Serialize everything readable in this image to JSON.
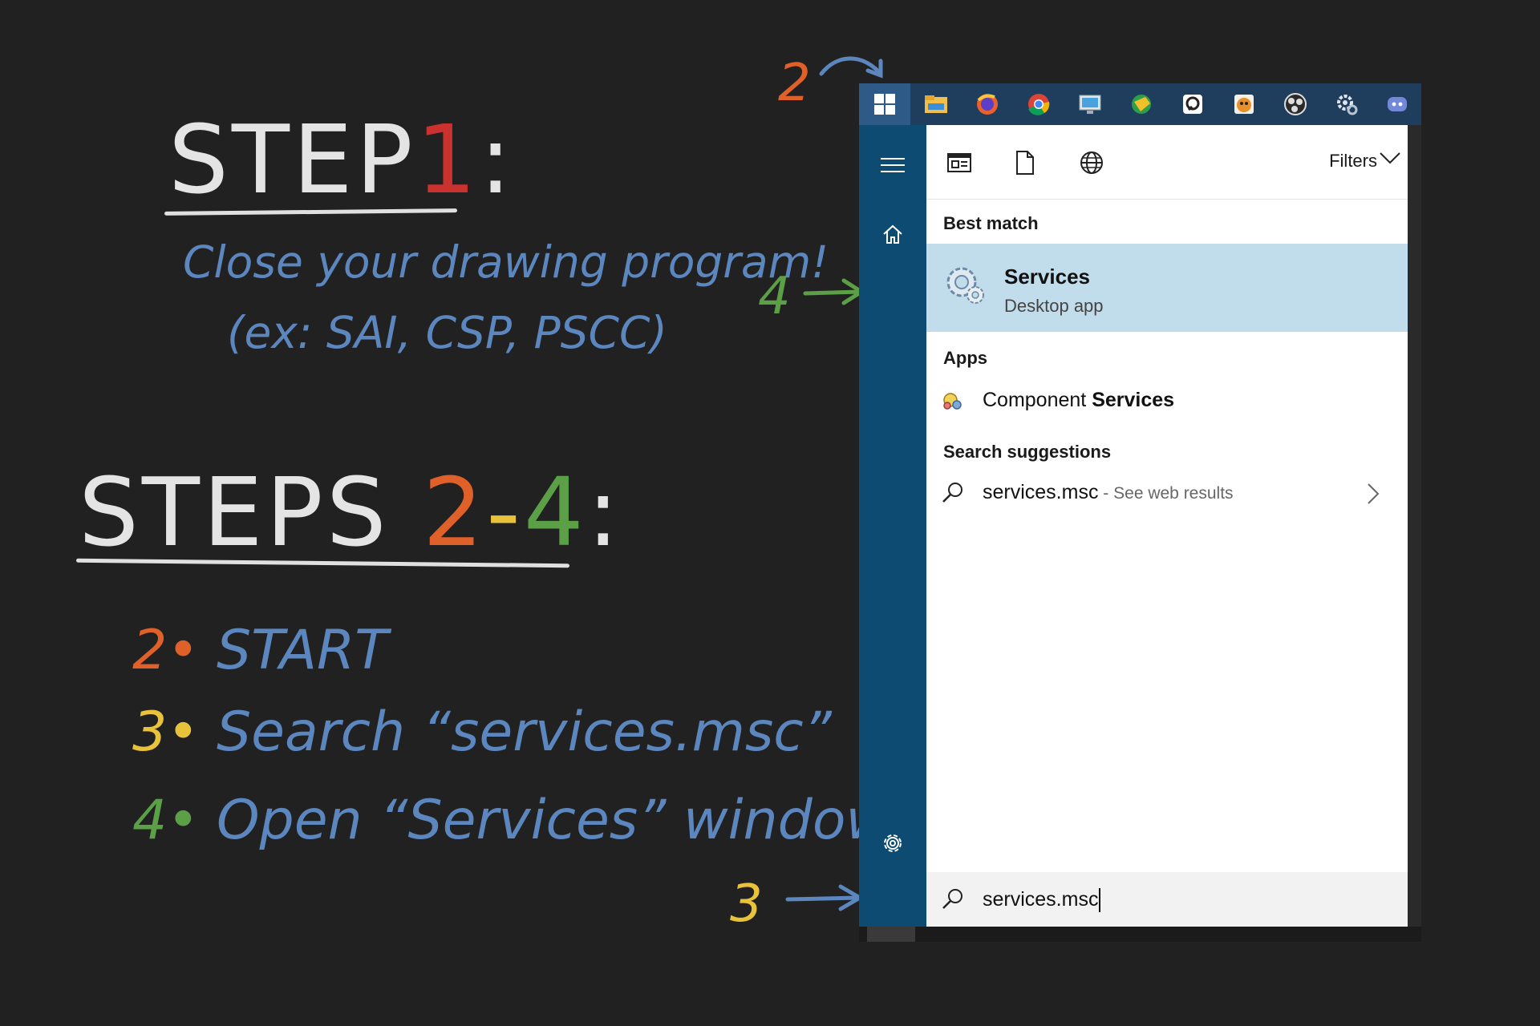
{
  "annotations": {
    "step1": {
      "prefix": "STEP",
      "number": "1",
      "suffix": ":"
    },
    "step1_desc_line1": "Close your drawing program!",
    "step1_desc_line2": "(ex: SAI, CSP, PSCC)",
    "steps": {
      "prefix": "STEPS ",
      "from": "2",
      "dash": "-",
      "to": "4",
      "suffix": ":"
    },
    "items": [
      {
        "num": "2•",
        "text": "START"
      },
      {
        "num": "3•",
        "text": "Search “services.msc”"
      },
      {
        "num": "4•",
        "text": "Open “Services” window"
      }
    ],
    "markers": {
      "m2": "2",
      "m3": "3",
      "m4": "4"
    }
  },
  "colors": {
    "background": "#212121",
    "chalk_white": "#e4e4e4",
    "chalk_blue": "#5c86be",
    "red": "#c9322f",
    "orange": "#e0602a",
    "yellow": "#e8c23a",
    "green": "#5ba046",
    "start_rail": "#0d4b73",
    "best_match_bg": "#c1dcea"
  },
  "taskbar": {
    "icons": [
      "windows-start-icon",
      "file-explorer-icon",
      "firefox-icon",
      "chrome-icon",
      "remote-desktop-icon",
      "globe-app-icon",
      "chat-app-icon",
      "tiger-app-icon",
      "obs-icon",
      "settings-app-icon",
      "discord-icon"
    ]
  },
  "start_menu": {
    "filters_label": "Filters",
    "best_match_heading": "Best match",
    "best_match": {
      "title": "Services",
      "subtitle": "Desktop app"
    },
    "apps_heading": "Apps",
    "apps": [
      {
        "prefix": "Component ",
        "bold": "Services"
      }
    ],
    "suggestions_heading": "Search suggestions",
    "suggestion": {
      "query": "services.msc",
      "hint": " - See web results"
    },
    "search_value": "services.msc"
  }
}
